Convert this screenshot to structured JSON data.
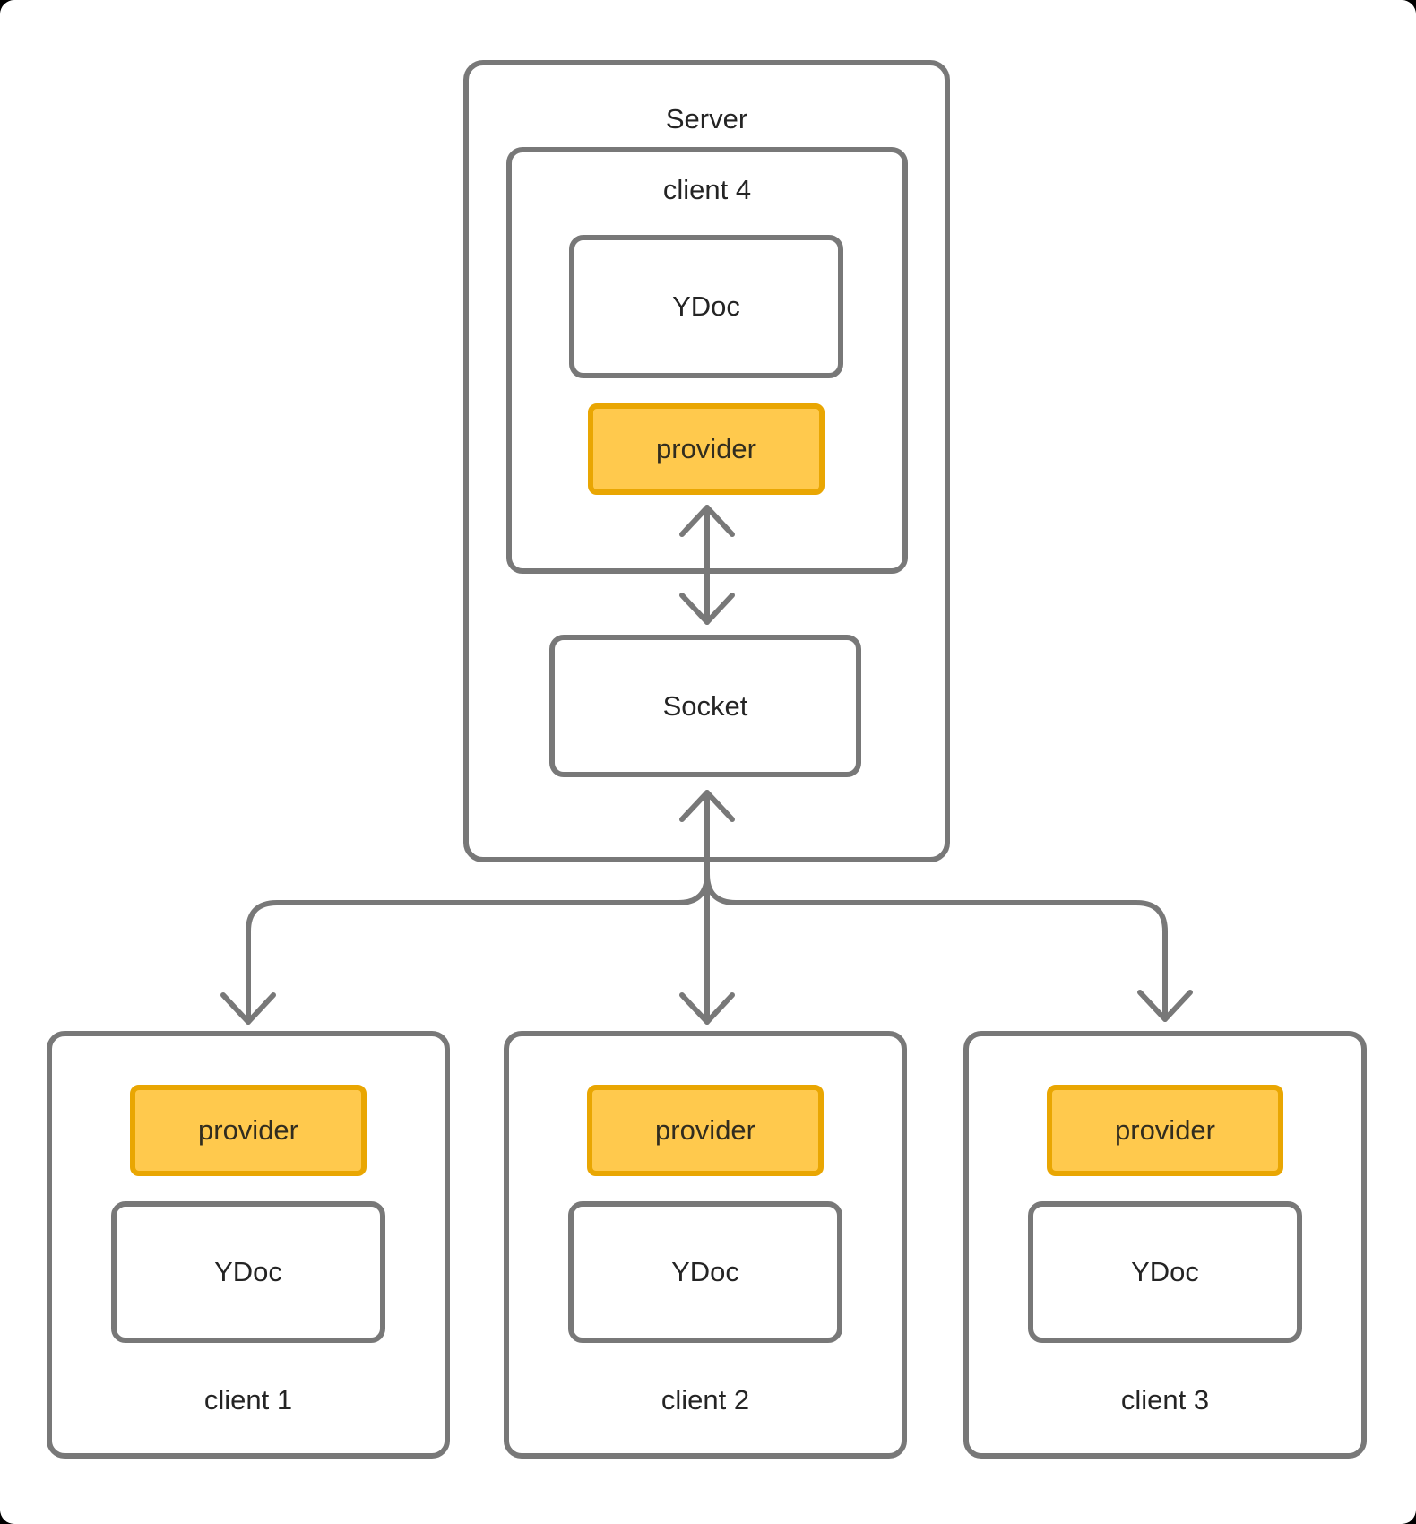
{
  "colors": {
    "line": "#787878",
    "text": "#242424",
    "provider_fill": "#FFC94D",
    "provider_border": "#E9A602",
    "provider_text": "#322D1F",
    "canvas_bg": "#FFFFFF",
    "outer_bg": "#000000"
  },
  "server": {
    "label": "Server",
    "client4": {
      "label": "client 4",
      "ydoc_label": "YDoc",
      "provider_label": "provider"
    },
    "socket_label": "Socket"
  },
  "clients": [
    {
      "label": "client 1",
      "provider_label": "provider",
      "ydoc_label": "YDoc"
    },
    {
      "label": "client 2",
      "provider_label": "provider",
      "ydoc_label": "YDoc"
    },
    {
      "label": "client 3",
      "provider_label": "provider",
      "ydoc_label": "YDoc"
    }
  ],
  "arrows": [
    {
      "name": "provider-socket",
      "direction": "bidirectional"
    },
    {
      "name": "socket-client2",
      "direction": "bidirectional"
    },
    {
      "name": "socket-client1",
      "direction": "down"
    },
    {
      "name": "socket-client3",
      "direction": "down"
    }
  ]
}
